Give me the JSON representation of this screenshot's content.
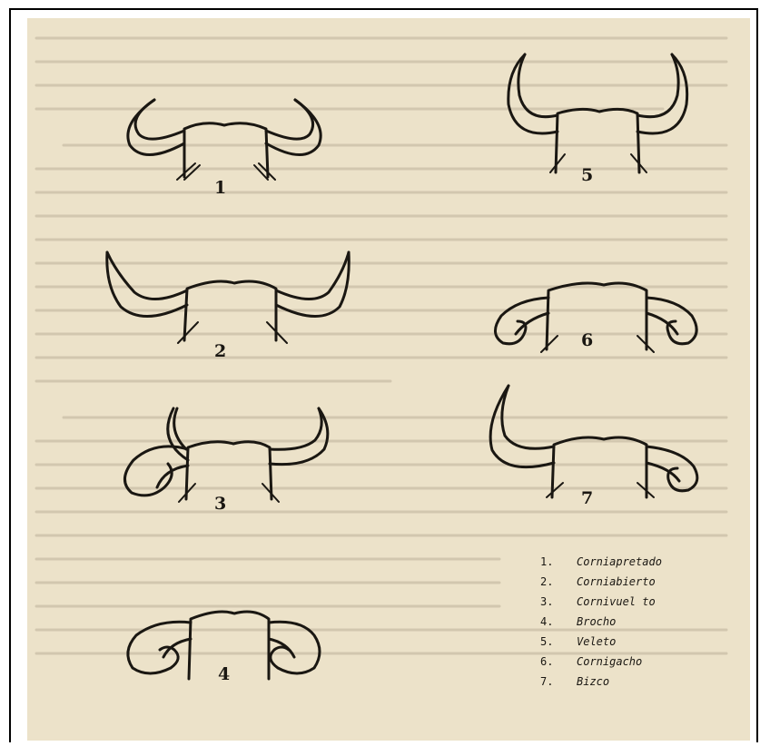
{
  "figures": [
    {
      "number": "1",
      "shape": "corniapretado-horns"
    },
    {
      "number": "2",
      "shape": "corniabierto-horns"
    },
    {
      "number": "3",
      "shape": "cornivuelto-horns"
    },
    {
      "number": "4",
      "shape": "brocho-horns"
    },
    {
      "number": "5",
      "shape": "veleto-horns"
    },
    {
      "number": "6",
      "shape": "cornigacho-horns"
    },
    {
      "number": "7",
      "shape": "bizco-horns"
    }
  ],
  "legend": [
    {
      "num": "1.",
      "name": "Corniapretado"
    },
    {
      "num": "2.",
      "name": "Corniabierto"
    },
    {
      "num": "3.",
      "name": "Cornivuel to"
    },
    {
      "num": "4.",
      "name": "Brocho"
    },
    {
      "num": "5.",
      "name": "Veleto"
    },
    {
      "num": "6.",
      "name": "Cornigacho"
    },
    {
      "num": "7.",
      "name": "Bizco"
    }
  ],
  "colors": {
    "paper": "#ece2c9",
    "ink": "#1a1712",
    "bleed": "#b9ae97",
    "frame": "#000000"
  }
}
